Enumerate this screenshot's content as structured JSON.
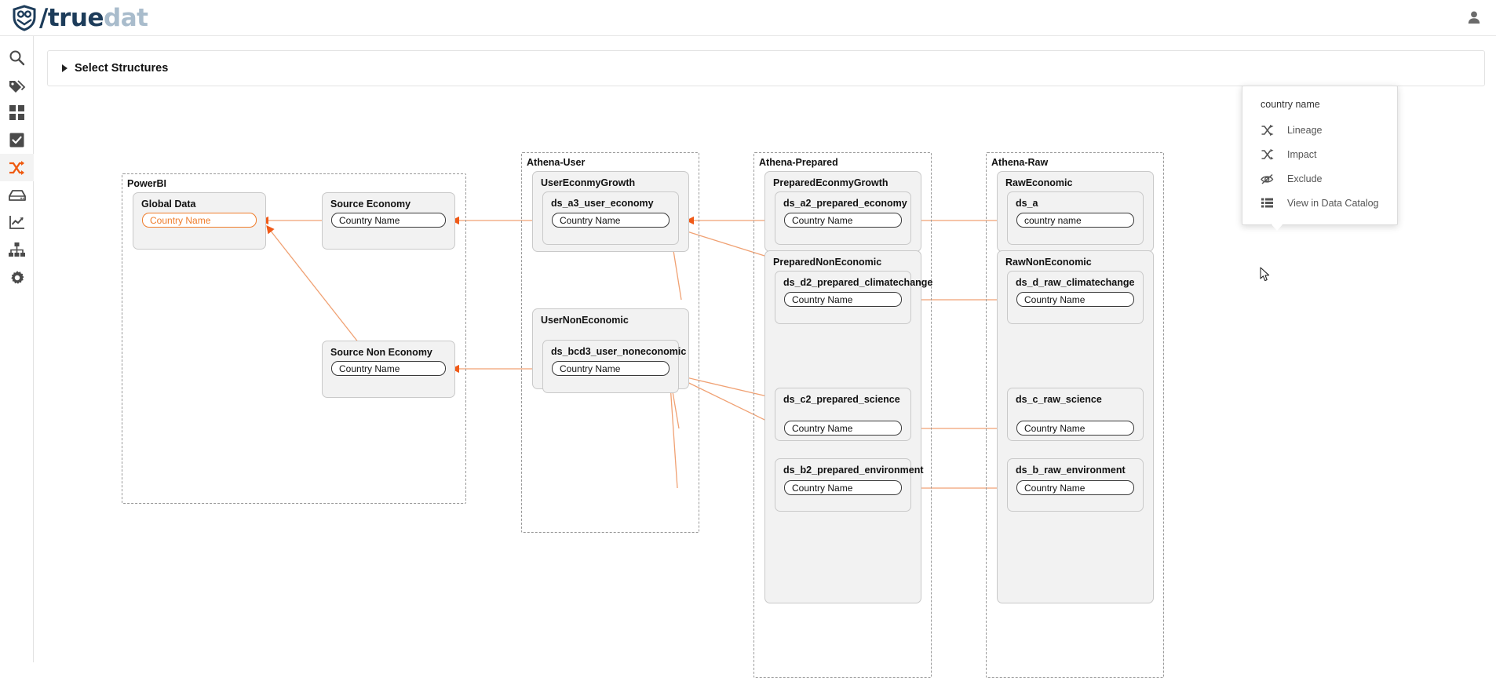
{
  "app": {
    "brand_slash": "/",
    "brand_primary": "true",
    "brand_secondary": "dat",
    "accent_color": "#ef7c2a",
    "brand_dark": "#1d3c5a",
    "brand_light": "#a9bccc"
  },
  "header": {
    "user_icon": "user-icon"
  },
  "sidebar": {
    "items": [
      {
        "icon": "search-icon",
        "name": "search",
        "active": false
      },
      {
        "icon": "tags-icon",
        "name": "tags",
        "active": false
      },
      {
        "icon": "grid-icon",
        "name": "grid",
        "active": false
      },
      {
        "icon": "checkbox-icon",
        "name": "quality",
        "active": false
      },
      {
        "icon": "shuffle-icon",
        "name": "lineage",
        "active": true
      },
      {
        "icon": "database-icon",
        "name": "data-sources",
        "active": false
      },
      {
        "icon": "chart-line-icon",
        "name": "metrics",
        "active": false
      },
      {
        "icon": "hierarchy-icon",
        "name": "hierarchy",
        "active": false
      },
      {
        "icon": "gear-icon",
        "name": "settings",
        "active": false
      }
    ]
  },
  "panel": {
    "title": "Select Structures",
    "expanded": false,
    "caret_icon": "chevron-right-icon"
  },
  "context_menu": {
    "title": "country name",
    "items": [
      {
        "label": "Lineage",
        "icon": "lineage-icon"
      },
      {
        "label": "Impact",
        "icon": "impact-icon"
      },
      {
        "label": "Exclude",
        "icon": "eye-slash-icon"
      },
      {
        "label": "View in Data Catalog",
        "icon": "list-icon"
      }
    ]
  },
  "graph": {
    "field_default_label": "Country Name",
    "groups": [
      {
        "id": "powerbi",
        "label": "PowerBI"
      },
      {
        "id": "athena-user",
        "label": "Athena-User"
      },
      {
        "id": "athena-prepared",
        "label": "Athena-Prepared"
      },
      {
        "id": "athena-raw",
        "label": "Athena-Raw"
      }
    ],
    "containers": [
      {
        "id": "global-data",
        "label": "Global Data",
        "group": "powerbi"
      },
      {
        "id": "source-economy",
        "label": "Source Economy",
        "group": "powerbi"
      },
      {
        "id": "source-non-economy",
        "label": "Source Non Economy",
        "group": "powerbi"
      },
      {
        "id": "user-economy-growth",
        "label": "UserEconmyGrowth",
        "group": "athena-user"
      },
      {
        "id": "user-non-economic",
        "label": "UserNonEconomic",
        "group": "athena-user"
      },
      {
        "id": "prepared-economy-growth",
        "label": "PreparedEconmyGrowth",
        "group": "athena-prepared"
      },
      {
        "id": "prepared-non-economic",
        "label": "PreparedNonEconomic",
        "group": "athena-prepared"
      },
      {
        "id": "raw-economic",
        "label": "RawEconomic",
        "group": "athena-raw"
      },
      {
        "id": "raw-non-economic",
        "label": "RawNonEconomic",
        "group": "athena-raw"
      }
    ],
    "tables": [
      {
        "id": "ds_a3_user_economy",
        "label": "ds_a3_user_economy",
        "field": "Country Name"
      },
      {
        "id": "ds_bcd3_user_noneconomic",
        "label": "ds_bcd3_user_noneconomic",
        "field": "Country Name"
      },
      {
        "id": "ds_a2_prepared_economy",
        "label": "ds_a2_prepared_economy",
        "field": "Country Name"
      },
      {
        "id": "ds_d2_prepared_climatechange",
        "label": "ds_d2_prepared_climatechange",
        "field": "Country Name"
      },
      {
        "id": "ds_c2_prepared_science",
        "label": "ds_c2_prepared_science",
        "field": "Country Name"
      },
      {
        "id": "ds_b2_prepared_environment",
        "label": "ds_b2_prepared_environment",
        "field": "Country Name"
      },
      {
        "id": "ds_a_raw_economy",
        "label": "ds_a",
        "field": "country name"
      },
      {
        "id": "ds_d_raw_climatechange",
        "label": "ds_d_raw_climatechange",
        "field": "Country Name"
      },
      {
        "id": "ds_c_raw_science",
        "label": "ds_c_raw_science",
        "field": "Country Name"
      },
      {
        "id": "ds_b_raw_environment",
        "label": "ds_b_raw_environment",
        "field": "Country Name"
      }
    ],
    "fields": {
      "global_data": "Country Name",
      "source_economy": "Country Name",
      "source_non_economy": "Country Name",
      "selected": "country name"
    }
  }
}
